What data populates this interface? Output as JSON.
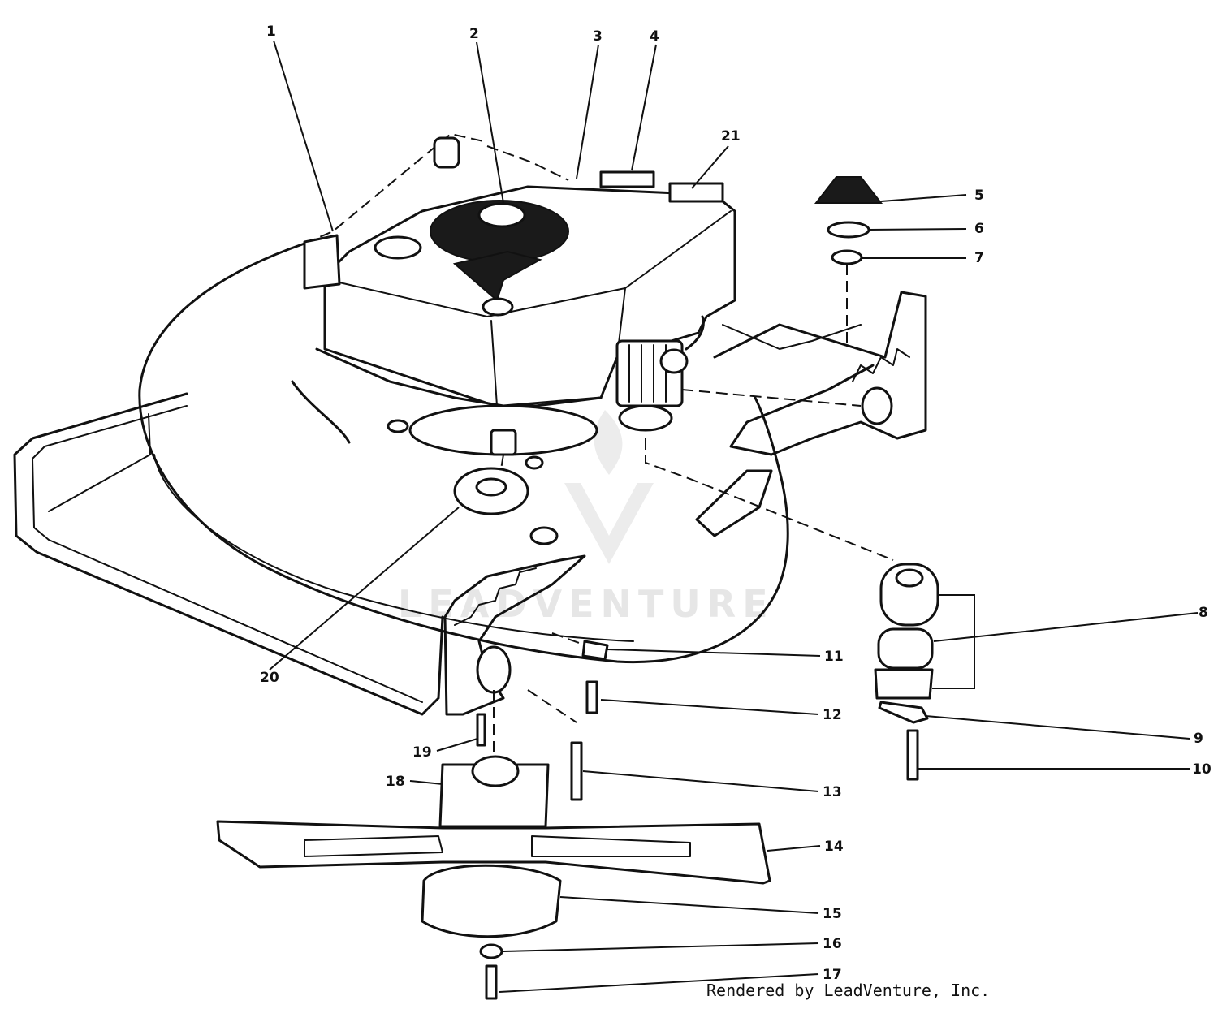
{
  "watermark": {
    "text": "LEADVENTURE"
  },
  "footer": {
    "credit": "Rendered by LeadVenture, Inc."
  },
  "callouts": [
    {
      "id": "1"
    },
    {
      "id": "2"
    },
    {
      "id": "3"
    },
    {
      "id": "4"
    },
    {
      "id": "5"
    },
    {
      "id": "6"
    },
    {
      "id": "7"
    },
    {
      "id": "8"
    },
    {
      "id": "9"
    },
    {
      "id": "10"
    },
    {
      "id": "11"
    },
    {
      "id": "12"
    },
    {
      "id": "13"
    },
    {
      "id": "14"
    },
    {
      "id": "15"
    },
    {
      "id": "16"
    },
    {
      "id": "17"
    },
    {
      "id": "18"
    },
    {
      "id": "19"
    },
    {
      "id": "20"
    },
    {
      "id": "21"
    }
  ]
}
